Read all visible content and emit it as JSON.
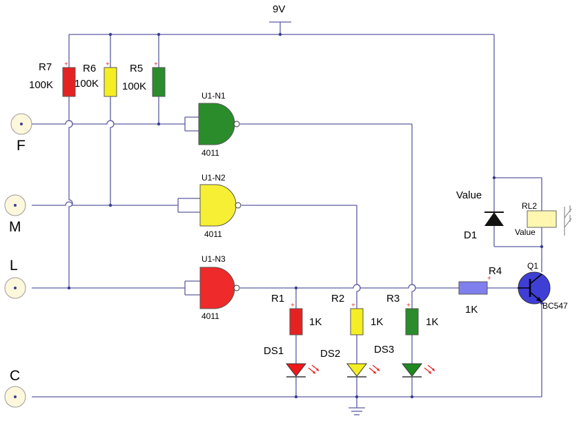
{
  "supply": {
    "label": "9V"
  },
  "inputs": [
    {
      "label": "F"
    },
    {
      "label": "M"
    },
    {
      "label": "L"
    },
    {
      "label": "C"
    }
  ],
  "pullups": [
    {
      "ref": "R7",
      "value": "100K",
      "color": "#e52222"
    },
    {
      "ref": "R6",
      "value": "100K",
      "color": "#f4ee22"
    },
    {
      "ref": "R5",
      "value": "100K",
      "color": "#2a8c2a"
    }
  ],
  "gates": [
    {
      "ref": "U1-N1",
      "part": "4011",
      "color": "#2a8c2a"
    },
    {
      "ref": "U1-N2",
      "part": "4011",
      "color": "#f7ef33"
    },
    {
      "ref": "U1-N3",
      "part": "4011",
      "color": "#ee2a2a"
    }
  ],
  "led_resistors": [
    {
      "ref": "R1",
      "value": "1K",
      "color": "#e52222"
    },
    {
      "ref": "R2",
      "value": "1K",
      "color": "#f4ee22"
    },
    {
      "ref": "R3",
      "value": "1K",
      "color": "#2a8c2a"
    }
  ],
  "leds": [
    {
      "ref": "DS1",
      "color": "#ee1a1a"
    },
    {
      "ref": "DS2",
      "color": "#f4ee22"
    },
    {
      "ref": "DS3",
      "color": "#1e8a1e"
    }
  ],
  "base_resistor": {
    "ref": "R4",
    "value": "1K",
    "color": "#7f7fee"
  },
  "transistor": {
    "ref": "Q1",
    "part": "BC547",
    "color": "#3f3fd6"
  },
  "diode": {
    "ref": "D1",
    "value": "Value"
  },
  "relay": {
    "ref": "RL2",
    "value": "Value",
    "color": "#fff7b0"
  },
  "plus_sign": "+"
}
